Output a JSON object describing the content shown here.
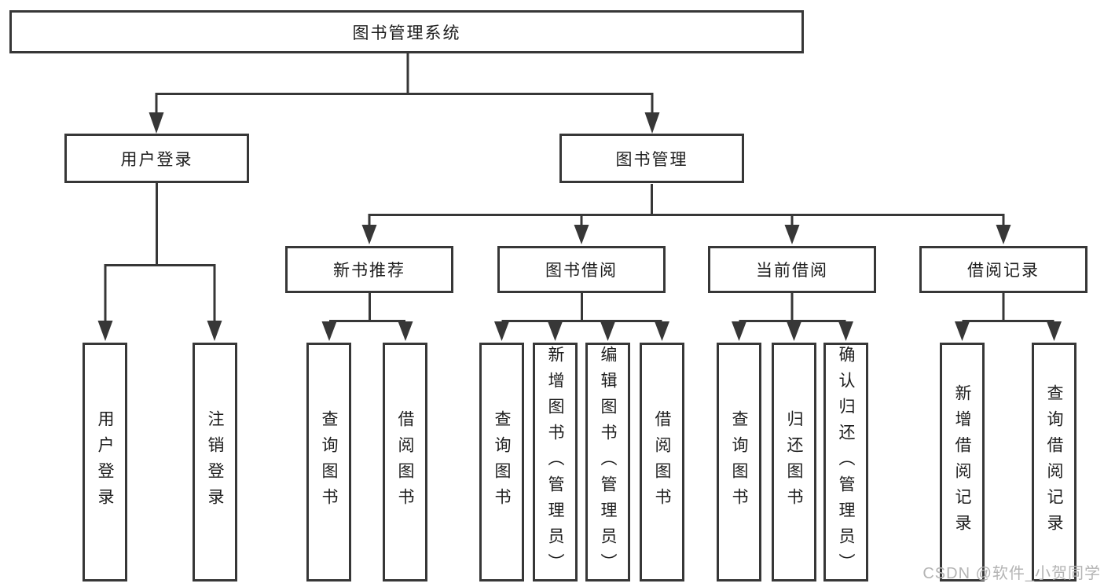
{
  "diagram": {
    "root": {
      "label": "图书管理系统"
    },
    "level2": [
      {
        "label": "用户登录",
        "children": [
          {
            "label": "用户登录"
          },
          {
            "label": "注销登录"
          }
        ]
      },
      {
        "label": "图书管理",
        "children": [
          {
            "label": "新书推荐",
            "children": [
              {
                "label": "查询图书"
              },
              {
                "label": "借阅图书"
              }
            ]
          },
          {
            "label": "图书借阅",
            "children": [
              {
                "label": "查询图书"
              },
              {
                "label": "新增图书（管理员）"
              },
              {
                "label": "编辑图书（管理员）"
              },
              {
                "label": "借阅图书"
              }
            ]
          },
          {
            "label": "当前借阅",
            "children": [
              {
                "label": "查询图书"
              },
              {
                "label": "归还图书"
              },
              {
                "label": "确认归还（管理员）"
              }
            ]
          },
          {
            "label": "借阅记录",
            "children": [
              {
                "label": "新增借阅记录"
              },
              {
                "label": "查询借阅记录"
              }
            ]
          }
        ]
      }
    ]
  },
  "colors": {
    "line": "#373737",
    "text": "#1d1d1d",
    "watermark": "#b4b4b4",
    "background": "#ffffff"
  },
  "watermark": {
    "text": "CSDN @软件_小贺同学"
  }
}
